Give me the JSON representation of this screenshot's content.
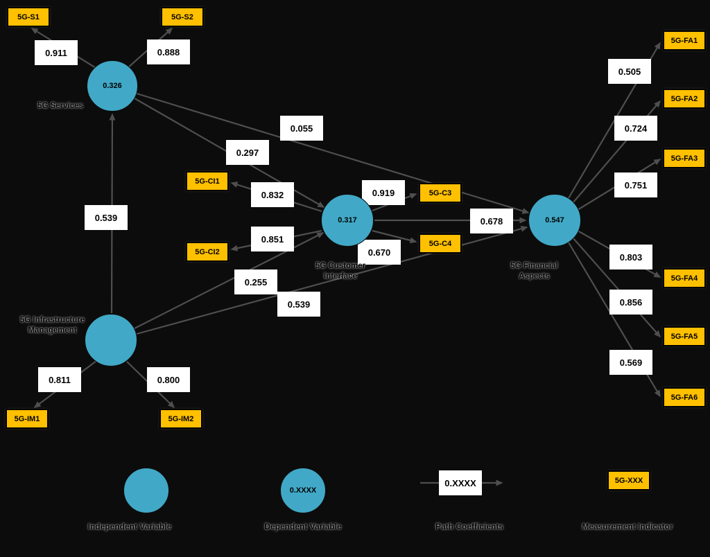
{
  "nodes": {
    "services": {
      "label": "5G Services",
      "value": "0.326"
    },
    "customer_interface": {
      "label": "5G Customer Interface",
      "value": "0.317"
    },
    "financial_aspects": {
      "label": "5G Financial Aspects",
      "value": "0.547"
    },
    "infrastructure_management": {
      "label": "5G Infrastructure Management"
    }
  },
  "indicators": [
    {
      "label": "5G-S1"
    },
    {
      "label": "5G-S2"
    },
    {
      "label": "5G-CI1"
    },
    {
      "label": "5G-CI2"
    },
    {
      "label": "5G-C3"
    },
    {
      "label": "5G-C4"
    },
    {
      "label": "5G-FA1"
    },
    {
      "label": "5G-FA2"
    },
    {
      "label": "5G-FA3"
    },
    {
      "label": "5G-FA4"
    },
    {
      "label": "5G-FA5"
    },
    {
      "label": "5G-FA6"
    },
    {
      "label": "5G-IM1"
    },
    {
      "label": "5G-IM2"
    }
  ],
  "coefficients": [
    {
      "from": "5G Services",
      "to": "5G-S1",
      "value": "0.911"
    },
    {
      "from": "5G Services",
      "to": "5G-S2",
      "value": "0.888"
    },
    {
      "from": "5G Services",
      "to": "5G Financial Aspects",
      "value": "0.055"
    },
    {
      "from": "5G Services",
      "to": "5G Customer Interface",
      "value": "0.297"
    },
    {
      "from": "5G Infrastructure Management",
      "to": "5G Services",
      "value": "0.539"
    },
    {
      "from": "5G Customer Interface",
      "to": "5G-CI1",
      "value": "0.832"
    },
    {
      "from": "5G Customer Interface",
      "to": "5G-C3",
      "value": "0.919"
    },
    {
      "from": "5G Customer Interface",
      "to": "5G-CI2",
      "value": "0.851"
    },
    {
      "from": "5G Customer Interface",
      "to": "5G-C4",
      "value": "0.670"
    },
    {
      "from": "5G Customer Interface",
      "to": "5G Financial Aspects",
      "value": "0.678"
    },
    {
      "from": "5G Infrastructure Management",
      "to": "5G Customer Interface",
      "value": "0.255"
    },
    {
      "from": "5G Infrastructure Management",
      "to": "5G Financial Aspects",
      "value": "0.539"
    },
    {
      "from": "5G Infrastructure Management",
      "to": "5G-IM1",
      "value": "0.811"
    },
    {
      "from": "5G Infrastructure Management",
      "to": "5G-IM2",
      "value": "0.800"
    },
    {
      "from": "5G Financial Aspects",
      "to": "5G-FA1",
      "value": "0.505"
    },
    {
      "from": "5G Financial Aspects",
      "to": "5G-FA2",
      "value": "0.724"
    },
    {
      "from": "5G Financial Aspects",
      "to": "5G-FA3",
      "value": "0.751"
    },
    {
      "from": "5G Financial Aspects",
      "to": "5G-FA4",
      "value": "0.803"
    },
    {
      "from": "5G Financial Aspects",
      "to": "5G-FA5",
      "value": "0.856"
    },
    {
      "from": "5G Financial Aspects",
      "to": "5G-FA6",
      "value": "0.569"
    }
  ],
  "legend": {
    "independent_label": "Independent Variable",
    "dependent_label": "Dependent Variable",
    "dependent_value": "0.XXXX",
    "path_label": "Path Coefficients",
    "path_value": "0.XXXX",
    "indicator_box": "5G-XXX",
    "indicator_label": "Measurement Indicator"
  },
  "colors": {
    "background": "#0c0c0c",
    "construct_fill": "#41a9c7",
    "indicator_fill": "#ffc000",
    "coefficient_bg": "#ffffff",
    "line": "#000000"
  }
}
